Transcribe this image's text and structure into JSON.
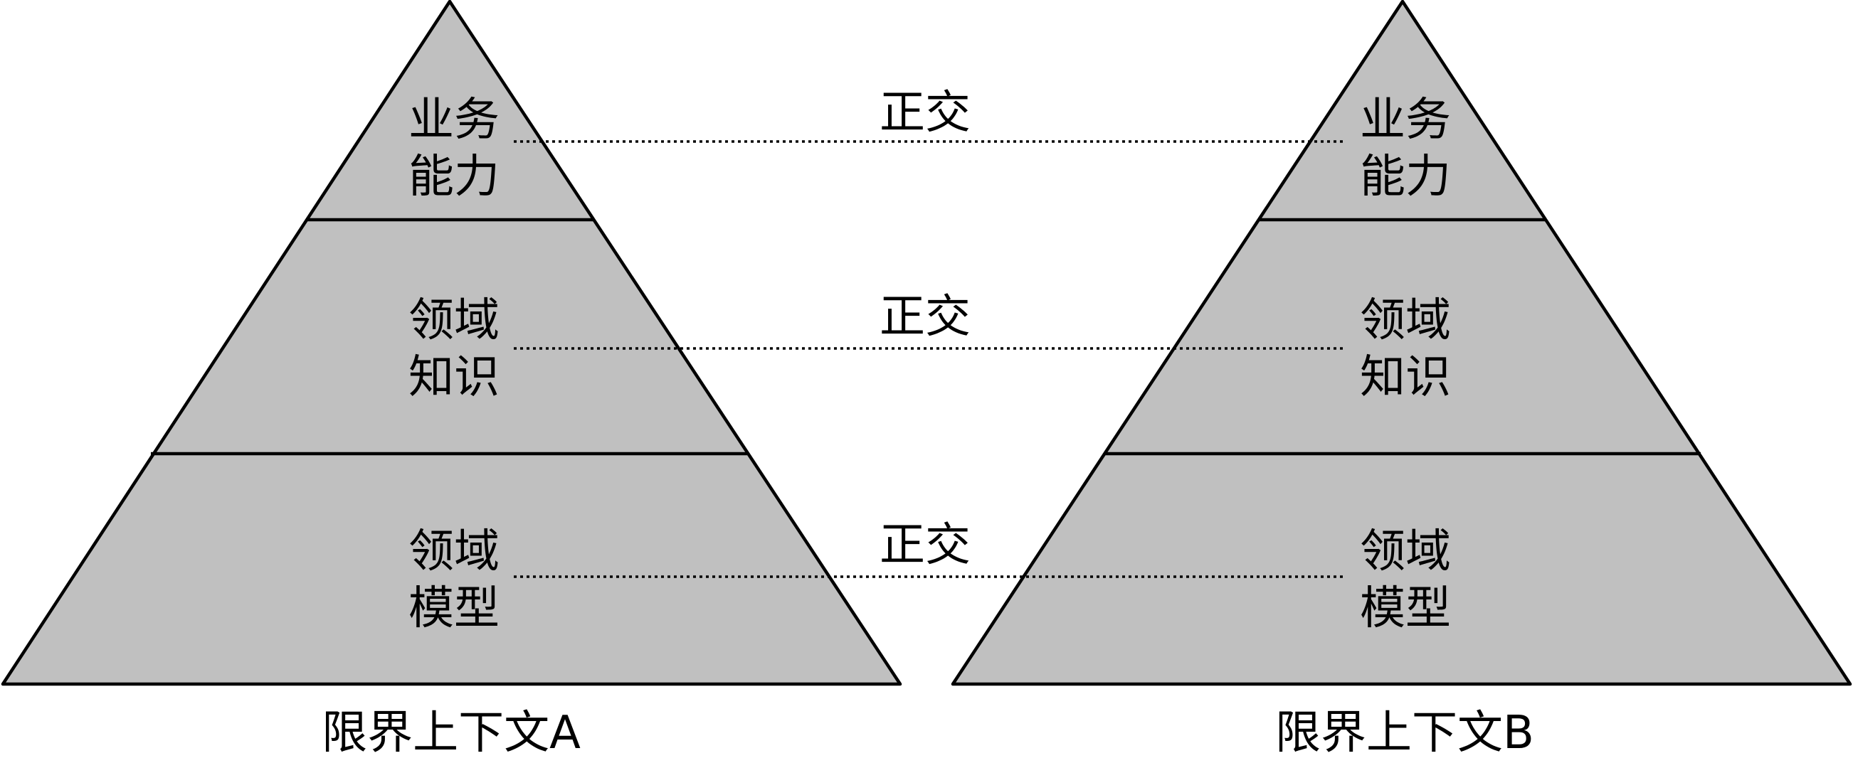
{
  "contexts": [
    {
      "name": "限界上下文A",
      "layers": [
        {
          "line1": "业务",
          "line2": "能力"
        },
        {
          "line1": "领域",
          "line2": "知识"
        },
        {
          "line1": "领域",
          "line2": "模型"
        }
      ]
    },
    {
      "name": "限界上下文B",
      "layers": [
        {
          "line1": "业务",
          "line2": "能力"
        },
        {
          "line1": "领域",
          "line2": "知识"
        },
        {
          "line1": "领域",
          "line2": "模型"
        }
      ]
    }
  ],
  "relations": [
    {
      "label": "正交"
    },
    {
      "label": "正交"
    },
    {
      "label": "正交"
    }
  ],
  "colors": {
    "fill": "#c0c0c0",
    "stroke": "#000000",
    "background": "#ffffff"
  }
}
